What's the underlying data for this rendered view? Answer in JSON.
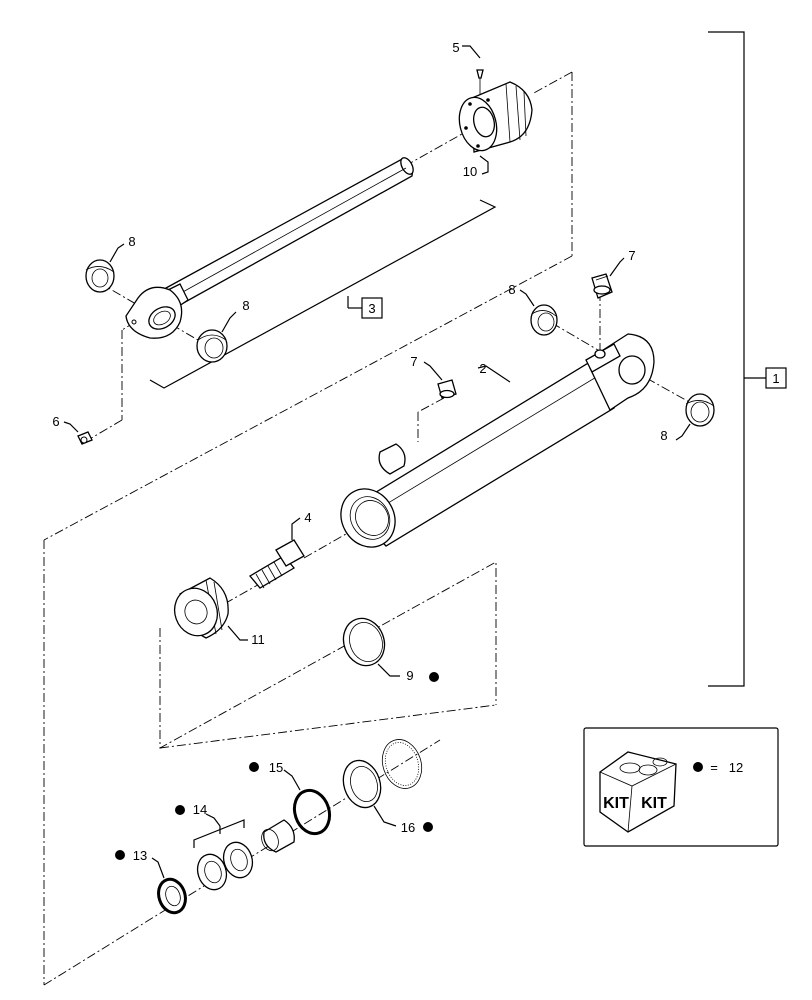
{
  "callouts": {
    "c1": "1",
    "c2": "2",
    "c3": "3",
    "c4": "4",
    "c5": "5",
    "c6": "6",
    "c7a": "7",
    "c7b": "7",
    "c8a": "8",
    "c8b": "8",
    "c8c": "8",
    "c8d": "8",
    "c9": "9",
    "c10": "10",
    "c11": "11",
    "c13": "13",
    "c14": "14",
    "c15": "15",
    "c16": "16"
  },
  "kit_legend": {
    "box_text_left": "KIT",
    "box_text_right": "KIT",
    "equals": "=",
    "kit_number": "12"
  }
}
